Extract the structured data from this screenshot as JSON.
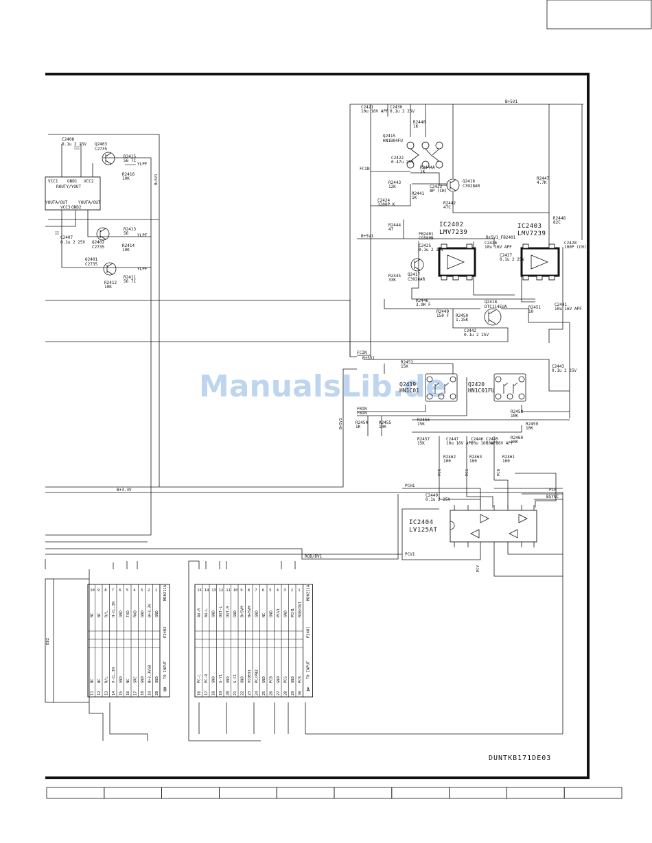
{
  "watermark": "ManualsLib.de",
  "drawing_code": "DUNTKB171DE03",
  "ics": [
    {
      "ref": "IC2402",
      "part": "LMV7239"
    },
    {
      "ref": "IC2403",
      "part": "LMV7239"
    },
    {
      "ref": "IC2404",
      "part": "LV125AT"
    }
  ],
  "left_ic": {
    "label_top": "ROUTY/YOUT",
    "pins_top": [
      "VCC1",
      "GND1",
      "VCC2"
    ],
    "pins_bottom": [
      "YOUTA/OUT",
      "VCC3",
      "GND2",
      "YOUTA/OUT"
    ]
  },
  "transistors": [
    {
      "ref": "Q2403",
      "part": "C2735"
    },
    {
      "ref": "Q2402",
      "part": "C2735"
    },
    {
      "ref": "Q2401",
      "part": "C2735"
    },
    {
      "ref": "Q2415",
      "part": "HN1B04FU"
    },
    {
      "ref": "Q2416",
      "part": "C3928AR"
    },
    {
      "ref": "Q2417",
      "part": "C3928AR"
    },
    {
      "ref": "Q2418",
      "part": "DTC114EUA"
    },
    {
      "ref": "Q2419",
      "part": "HN1C01"
    },
    {
      "ref": "Q2420",
      "part": "HN1C01FU"
    }
  ],
  "components": [
    {
      "ref": "C2408",
      "val": "0.1u 2 25V"
    },
    {
      "ref": "R2415",
      "val": "56 7C"
    },
    {
      "ref": "R2416",
      "val": "10K"
    },
    {
      "ref": "R2413",
      "val": "56"
    },
    {
      "ref": "R2414",
      "val": "10K"
    },
    {
      "ref": "C2407",
      "val": "0.1u 2 25V"
    },
    {
      "ref": "R2411",
      "val": "56 7C"
    },
    {
      "ref": "R2412",
      "val": "10K"
    },
    {
      "ref": "C2421",
      "val": "10u 16V APF"
    },
    {
      "ref": "C2430",
      "val": "0.1u 2 25V"
    },
    {
      "ref": "R2440",
      "val": "1K"
    },
    {
      "ref": "C2422",
      "val": "0.47u 25V"
    },
    {
      "ref": "R2444A",
      "val": "1K"
    },
    {
      "ref": "R2443",
      "val": "12K"
    },
    {
      "ref": "C2423",
      "val": "8P (CH)"
    },
    {
      "ref": "R2441",
      "val": "1K"
    },
    {
      "ref": "C2424",
      "val": "3300P K"
    },
    {
      "ref": "R2442",
      "val": "47C"
    },
    {
      "ref": "R2444",
      "val": "47"
    },
    {
      "ref": "R2447",
      "val": "4.7K"
    },
    {
      "ref": "R2448",
      "val": "82C"
    },
    {
      "ref": "FB2401",
      "val": "CG580B"
    },
    {
      "ref": "C2425",
      "val": "0.1u 2 25V"
    },
    {
      "ref": "C2426",
      "val": "10u 16V APF"
    },
    {
      "ref": "C2427",
      "val": "0.1u 2 25V"
    },
    {
      "ref": "C2428",
      "val": "100P (CH)"
    },
    {
      "ref": "R2445",
      "val": "33K"
    },
    {
      "ref": "R2446",
      "val": "3.9K F"
    },
    {
      "ref": "R2449",
      "val": "150 F"
    },
    {
      "ref": "R2450",
      "val": "1.15K"
    },
    {
      "ref": "R2451",
      "val": "10"
    },
    {
      "ref": "C2441",
      "val": "10u 16V APF"
    },
    {
      "ref": "C2442",
      "val": "0.1u 2 25V"
    },
    {
      "ref": "R2452",
      "val": "15K"
    },
    {
      "ref": "C2443",
      "val": "0.1u 2 25V"
    },
    {
      "ref": "R2454",
      "val": "1K"
    },
    {
      "ref": "R2455",
      "val": "10K"
    },
    {
      "ref": "R2456",
      "val": "15K"
    },
    {
      "ref": "R2457",
      "val": "15K"
    },
    {
      "ref": "R2458",
      "val": "10K"
    },
    {
      "ref": "R2459",
      "val": "10K"
    },
    {
      "ref": "R2460",
      "val": "10K"
    },
    {
      "ref": "C2447",
      "val": "10u 16V APF"
    },
    {
      "ref": "C2446",
      "val": "10u 16V APF"
    },
    {
      "ref": "C2445",
      "val": "10u 16V APF"
    },
    {
      "ref": "R2462",
      "val": "100"
    },
    {
      "ref": "R2463",
      "val": "100"
    },
    {
      "ref": "R2461",
      "val": "100"
    },
    {
      "ref": "C2449",
      "val": "0.1u 2 25V"
    }
  ],
  "nets": {
    "b5v1": "B+5V1",
    "b33v": "B+3.3V",
    "b5v1_fb": "B+5V1_FB2401",
    "fcin": "FCIN",
    "frin": "FRIN",
    "fbin": "FBIN",
    "ylpf": "YLPF",
    "pch1": "PCH1",
    "pcv1": "PCV1",
    "pch": "PCH",
    "pcv": "PCV",
    "bsync": "BSYNC",
    "pcr": "PCR",
    "pcg": "PCG",
    "pcb": "PCB",
    "rgb_dv1": "RGB/DV1"
  },
  "connectors": [
    {
      "ref": "P2402",
      "part": "MD0211A",
      "side": "B",
      "note": "TO INPUT",
      "pins_top": [
        {
          "n": "10",
          "s": "NC"
        },
        {
          "n": "9",
          "s": "NC"
        },
        {
          "n": "8",
          "s": "R/L"
        },
        {
          "n": "7",
          "s": "H-CL.IN"
        },
        {
          "n": "6",
          "s": "GND"
        },
        {
          "n": "5",
          "s": "TXD"
        },
        {
          "n": "4",
          "s": "RXD"
        },
        {
          "n": "3",
          "s": "GND"
        },
        {
          "n": "2",
          "s": "B+3.3V"
        },
        {
          "n": "1",
          "s": "GND"
        }
      ],
      "pins_bottom": [
        {
          "n": "11",
          "s": "NC"
        },
        {
          "n": "12",
          "s": "NC"
        },
        {
          "n": "13",
          "s": "R/L"
        },
        {
          "n": "14",
          "s": "V-CL.IN"
        },
        {
          "n": "15",
          "s": "GND"
        },
        {
          "n": "16",
          "s": "NC"
        },
        {
          "n": "17",
          "s": "SRC"
        },
        {
          "n": "18",
          "s": "GND"
        },
        {
          "n": "19",
          "s": "B+3.3VSB"
        },
        {
          "n": "20",
          "s": "GND"
        }
      ]
    },
    {
      "ref": "P2401",
      "part": "MD0211A",
      "side": "A",
      "note": "TO INPUT",
      "pins_top": [
        {
          "n": "15",
          "s": "AV-R"
        },
        {
          "n": "14",
          "s": "AV-L"
        },
        {
          "n": "13",
          "s": "GND"
        },
        {
          "n": "12",
          "s": "OUT-L"
        },
        {
          "n": "11",
          "s": "OUT-R"
        },
        {
          "n": "10",
          "s": "GND"
        },
        {
          "n": "9",
          "s": "B+5VM"
        },
        {
          "n": "8",
          "s": "B+5VM"
        },
        {
          "n": "7",
          "s": "GND"
        },
        {
          "n": "6",
          "s": "NC"
        },
        {
          "n": "5",
          "s": "GND"
        },
        {
          "n": "4",
          "s": "PCV1"
        },
        {
          "n": "3",
          "s": "GND"
        },
        {
          "n": "2",
          "s": "PCH1"
        },
        {
          "n": "1",
          "s": "RGB/DV1"
        }
      ],
      "pins_bottom": [
        {
          "n": "16",
          "s": "PC-L"
        },
        {
          "n": "17",
          "s": "PC-R"
        },
        {
          "n": "18",
          "s": "GND"
        },
        {
          "n": "19",
          "s": "S-Y1"
        },
        {
          "n": "20",
          "s": "GND"
        },
        {
          "n": "21",
          "s": "S-C1"
        },
        {
          "n": "22",
          "s": "GND"
        },
        {
          "n": "23",
          "s": "VIDEO1"
        },
        {
          "n": "24",
          "s": "PC/PB2"
        },
        {
          "n": "25",
          "s": "GND"
        },
        {
          "n": "26",
          "s": "PCB"
        },
        {
          "n": "27",
          "s": "GND"
        },
        {
          "n": "28",
          "s": "PCG"
        },
        {
          "n": "29",
          "s": "GND"
        },
        {
          "n": "30",
          "s": "PCR"
        }
      ]
    }
  ],
  "side_ref": "EB2"
}
